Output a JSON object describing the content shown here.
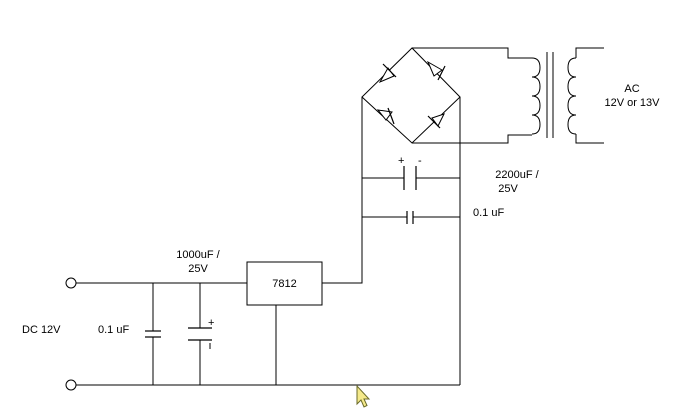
{
  "labels": {
    "ac_title": "AC",
    "ac_voltage": "12V or 13V",
    "cap_main_value": "2200uF /",
    "cap_main_voltage": "25V",
    "cap_small_top": "0.1 uF",
    "cap_out_value": "1000uF /",
    "cap_out_voltage": "25V",
    "regulator": "7812",
    "dc_output": "DC 12V",
    "cap_small_out": "0.1 uF",
    "polarity_plus": "+",
    "polarity_minus": "-"
  }
}
